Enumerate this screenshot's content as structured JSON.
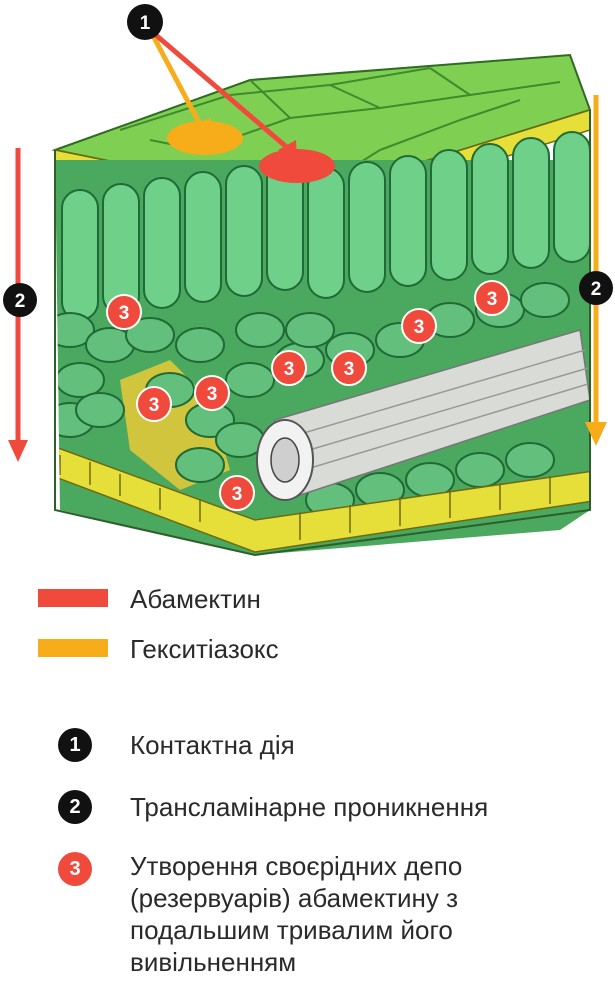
{
  "colors": {
    "abamectin": "#ef4a3c",
    "hexythiazox": "#f7ad1a",
    "badge_dark": "#111111",
    "leaf_green": "#5bc778",
    "epidermis_yellow": "#e6df3a",
    "top_green": "#7fd052"
  },
  "icons": [
    "arrow-down-icon",
    "number-badge-icon"
  ],
  "diagram": {
    "markers": {
      "contact": "1",
      "translaminar": "2",
      "depot": "3"
    }
  },
  "legend": {
    "swatches": [
      {
        "color": "#ef4a3c",
        "label": "Абамектин"
      },
      {
        "color": "#f7ad1a",
        "label": "Гекситіазокс"
      }
    ],
    "keys": [
      {
        "number": "1",
        "text": "Контактна дія"
      },
      {
        "number": "2",
        "text": "Трансламінарне проникнення"
      },
      {
        "number": "3",
        "text": "Утворення своєрідних депо (резервуарів) абамектину з подальшим тривалим його вивільненням"
      }
    ]
  }
}
